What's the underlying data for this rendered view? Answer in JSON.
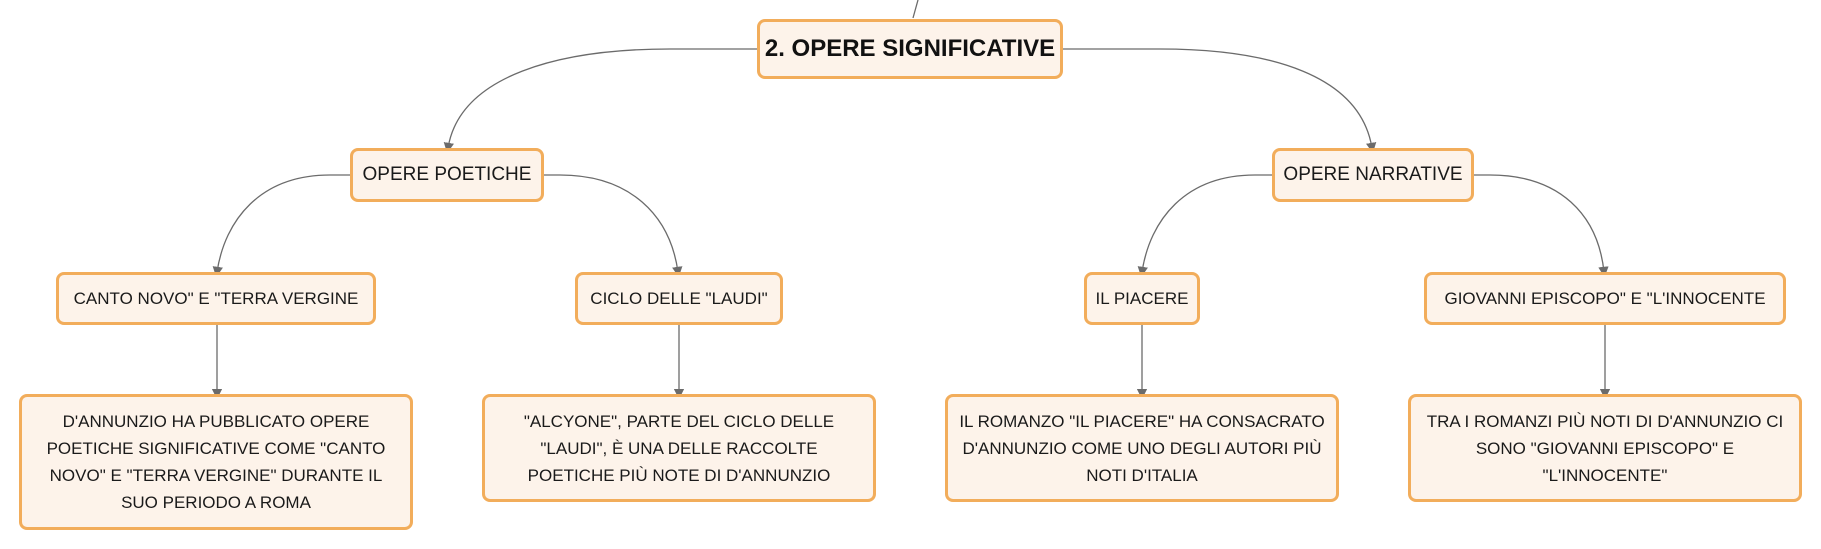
{
  "diagram": {
    "root": {
      "label": "2. OPERE SIGNIFICATIVE"
    },
    "branches": [
      {
        "label": "OPERE POETICHE",
        "children": [
          {
            "label": "CANTO NOVO\" E \"TERRA VERGINE",
            "detail": "D'ANNUNZIO HA PUBBLICATO OPERE POETICHE SIGNIFICATIVE COME \"CANTO NOVO\" E \"TERRA VERGINE\" DURANTE IL SUO PERIODO A ROMA"
          },
          {
            "label": "CICLO DELLE \"LAUDI\"",
            "detail": "\"ALCYONE\", PARTE DEL CICLO DELLE \"LAUDI\", È UNA DELLE RACCOLTE POETICHE PIÙ NOTE DI D'ANNUNZIO"
          }
        ]
      },
      {
        "label": "OPERE NARRATIVE",
        "children": [
          {
            "label": "IL PIACERE",
            "detail": "IL ROMANZO \"IL PIACERE\" HA CONSACRATO D'ANNUNZIO COME UNO DEGLI AUTORI PIÙ NOTI D'ITALIA"
          },
          {
            "label": "GIOVANNI EPISCOPO\" E \"L'INNOCENTE",
            "detail": "TRA I ROMANZI PIÙ NOTI DI D'ANNUNZIO CI SONO \"GIOVANNI EPISCOPO\" E \"L'INNOCENTE\""
          }
        ]
      }
    ],
    "colors": {
      "node_fill": "#fdf3ea",
      "node_border": "#f2ad5b",
      "connector": "#6b6b6b",
      "text": "#1a1a1a"
    }
  }
}
